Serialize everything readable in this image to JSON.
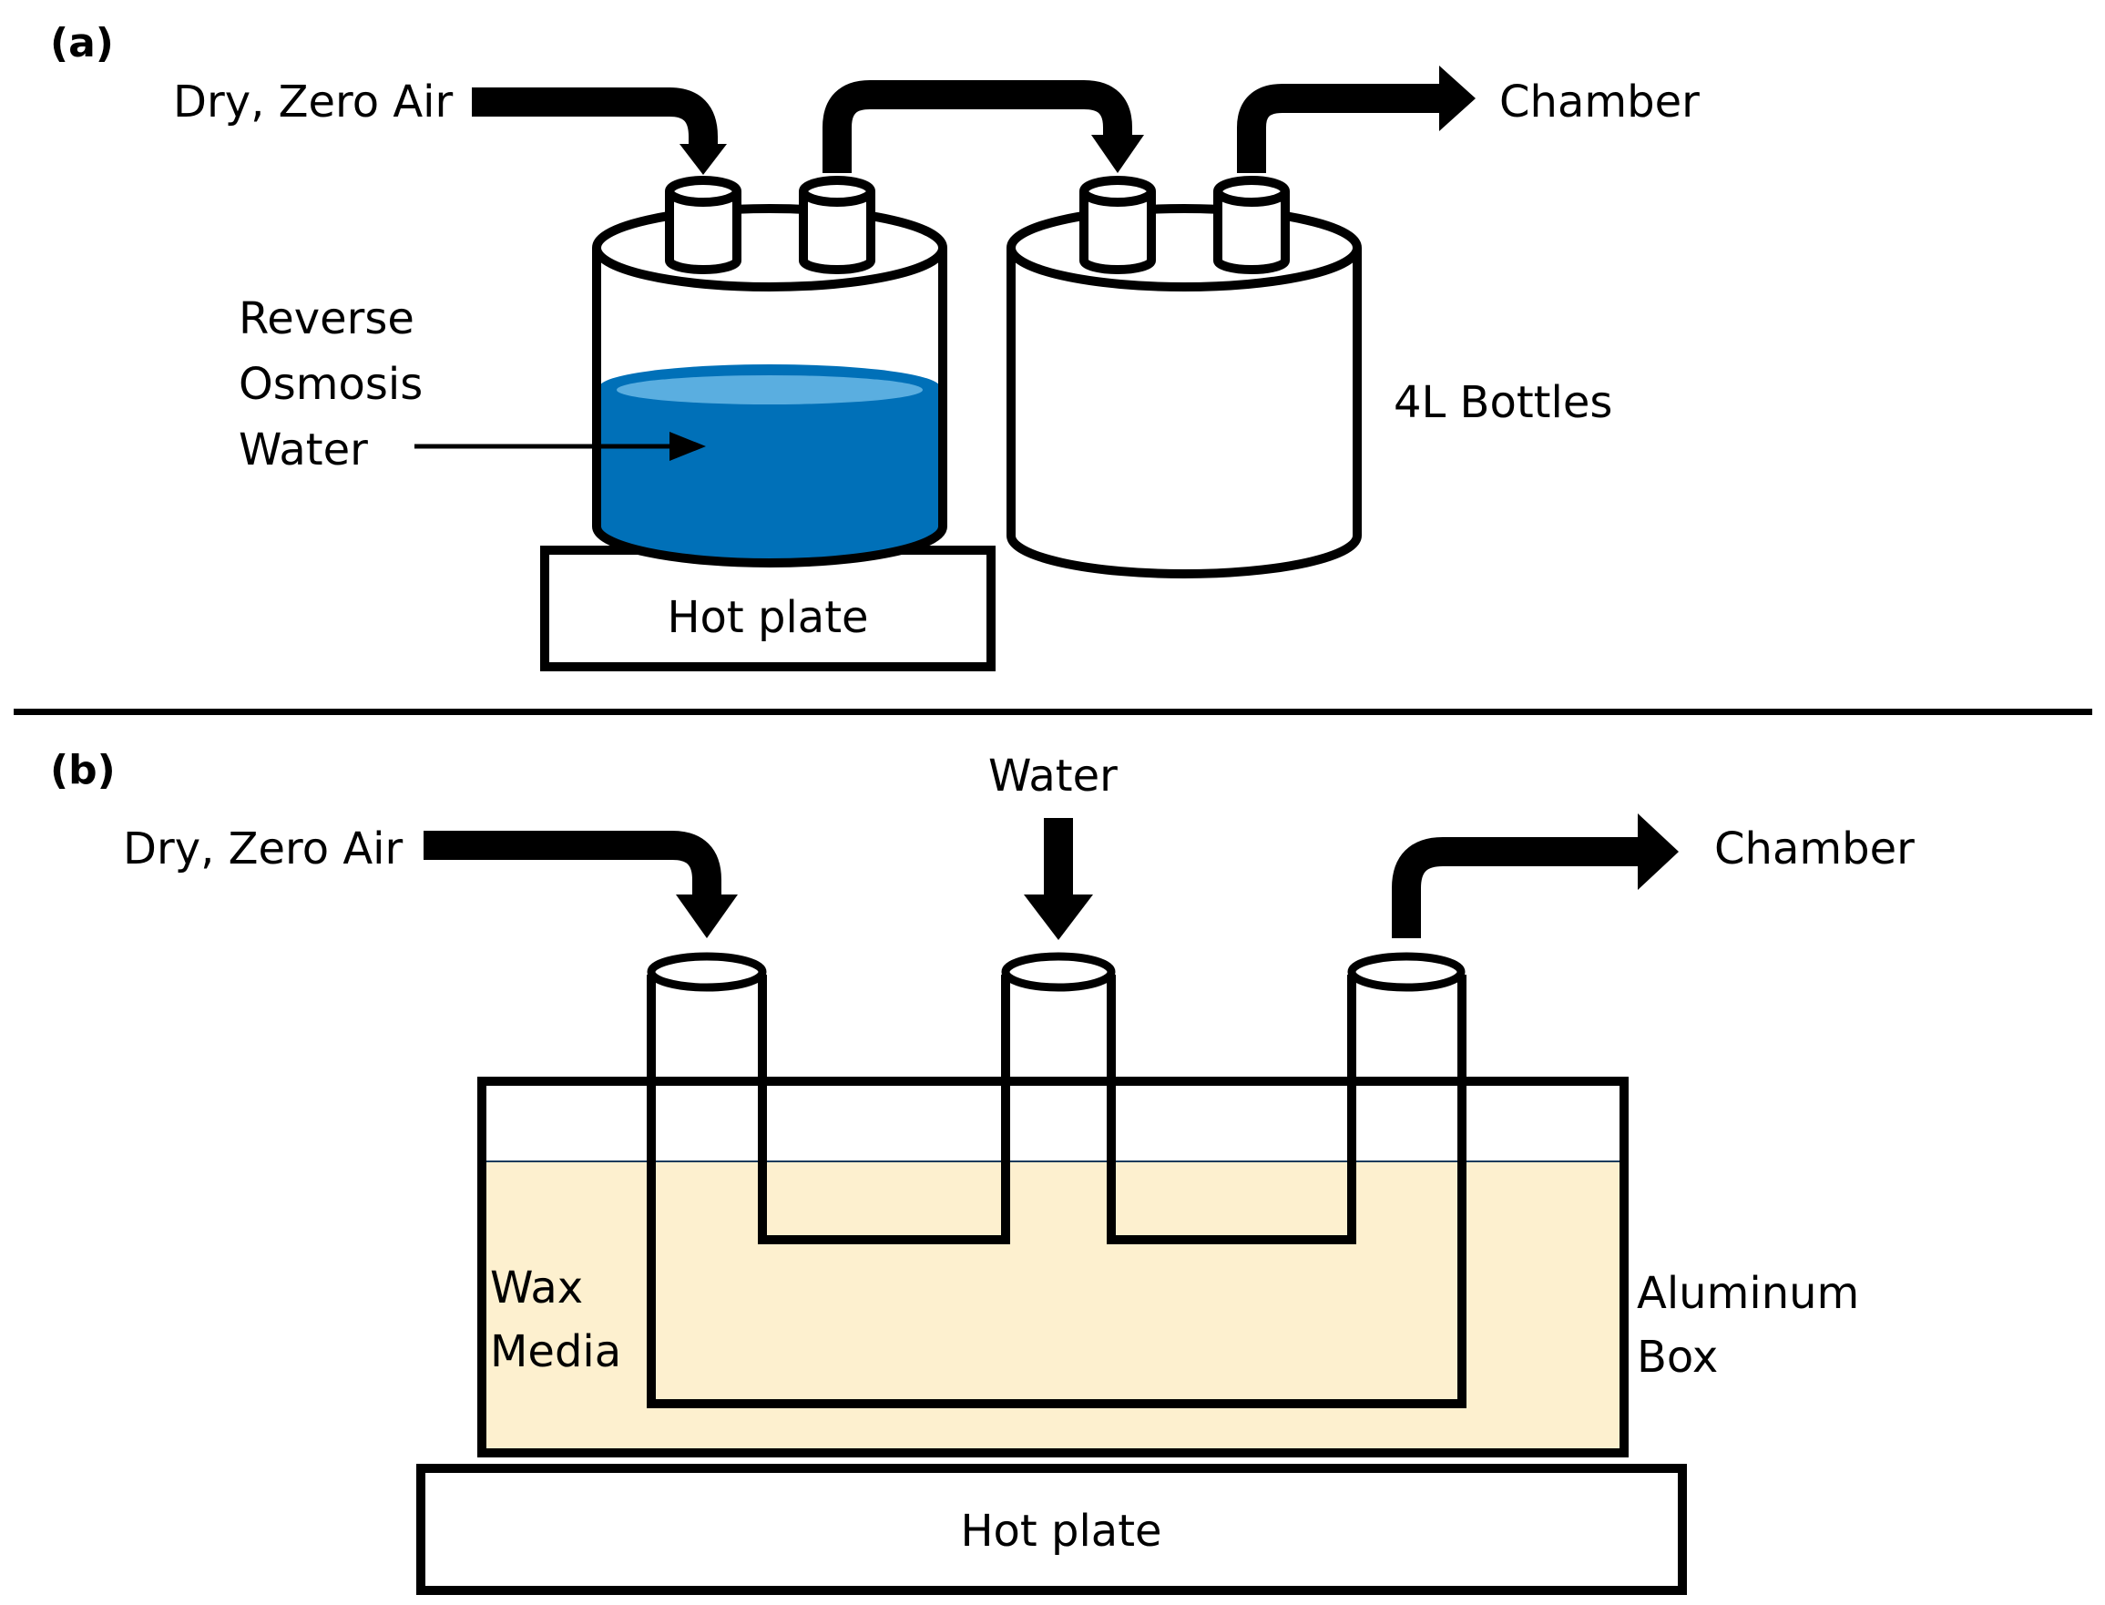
{
  "panel_a": {
    "label": "(a)",
    "inlet_label": "Dry, Zero Air",
    "outlet_label": "Chamber",
    "water_label_lines": [
      "Reverse",
      "Osmosis",
      "Water"
    ],
    "bottles_label": "4L Bottles",
    "hot_plate_label": "Hot plate"
  },
  "panel_b": {
    "label": "(b)",
    "inlet_label": "Dry, Zero Air",
    "water_inlet_label": "Water",
    "outlet_label": "Chamber",
    "media_label_lines": [
      "Wax",
      "Media"
    ],
    "box_label_lines": [
      "Aluminum",
      "Box"
    ],
    "hot_plate_label": "Hot plate"
  },
  "colors": {
    "water": "#0070b8",
    "water_surface": "#5aaee0",
    "wax": "#fdf0cf",
    "line": "#000000"
  }
}
